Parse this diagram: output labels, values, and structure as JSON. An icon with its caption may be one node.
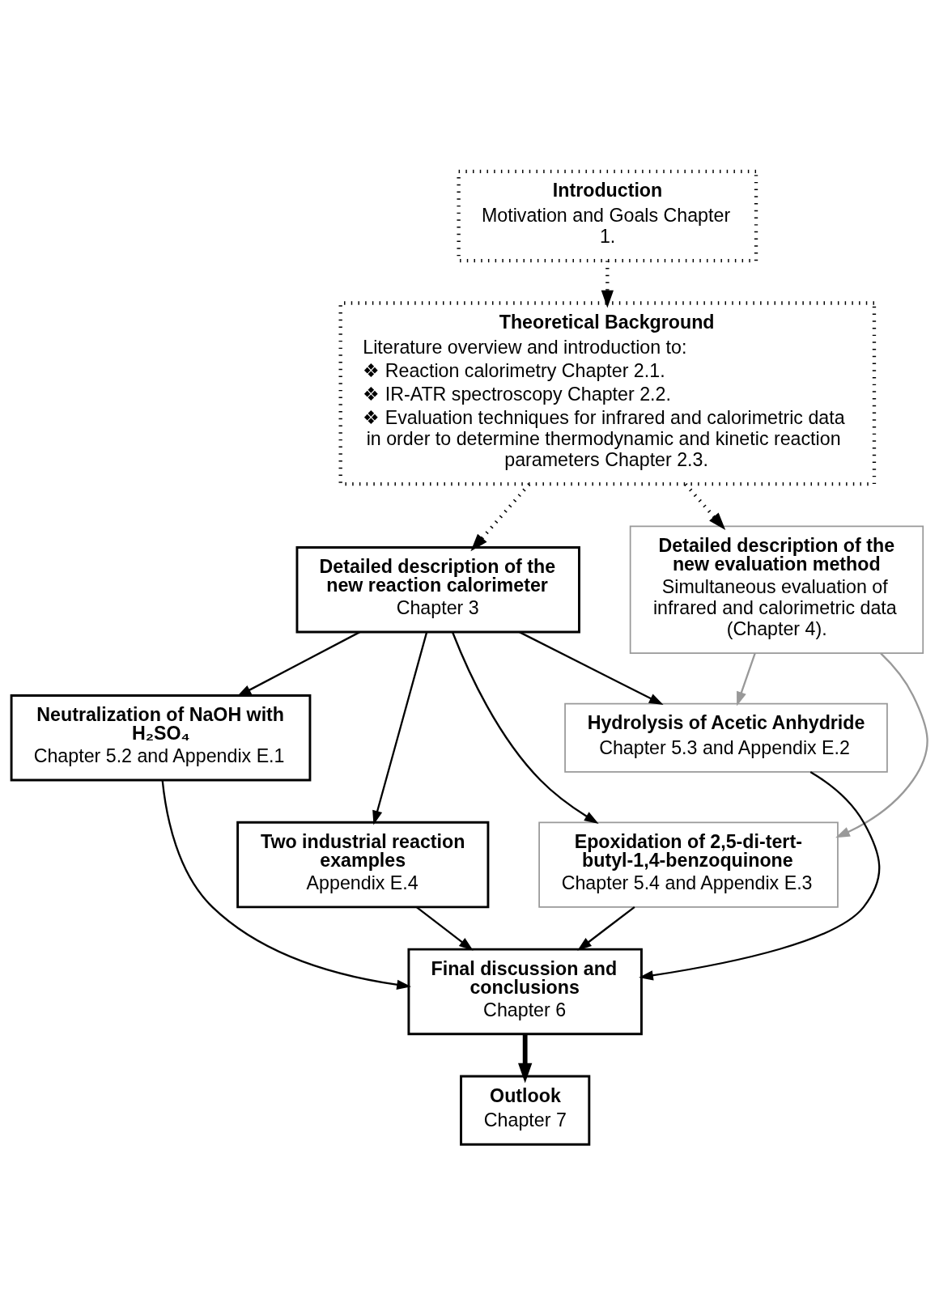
{
  "diagram": {
    "nodes": [
      {
        "text": [
          "Introduction",
          "Motivation and Goals Chapter 1."
        ]
      },
      {
        "text": [
          "Theoretical Background",
          "Literature overview and introduction to:",
          "❖ Reaction calorimetry Chapter 2.1.",
          "❖ IR-ATR spectroscopy Chapter 2.2.",
          "❖ Evaluation techniques for infrared and calorimetric data in order to determine thermodynamic and kinetic reaction parameters Chapter 2.3."
        ]
      },
      {
        "text": [
          "Detailed description of the new reaction calorimeter",
          "Chapter 3"
        ]
      },
      {
        "text": [
          "Detailed description of the new evaluation method",
          "Simultaneous evaluation of infrared and calorimetric data (Chapter 4)."
        ]
      },
      {
        "text": [
          "Neutralization of NaOH with H₂SO₄",
          "Chapter 5.2 and Appendix E.1"
        ]
      },
      {
        "text": [
          "Hydrolysis of Acetic Anhydride",
          "Chapter 5.3 and Appendix E.2"
        ]
      },
      {
        "text": [
          "Two industrial reaction examples",
          "Appendix E.4"
        ]
      },
      {
        "text": [
          "Epoxidation of 2,5-di-tert-butyl-1,4-benzoquinone",
          "Chapter 5.4 and Appendix E.3"
        ]
      },
      {
        "text": [
          "Final discussion and conclusions",
          "Chapter 6"
        ]
      },
      {
        "text": [
          "Outlook",
          "Chapter 7"
        ]
      }
    ],
    "edges": [
      {
        "from": 0,
        "to": 1,
        "arrow": "to",
        "style": "dashed"
      },
      {
        "from": 1,
        "to": 2,
        "arrow": "to",
        "style": "dashed"
      },
      {
        "from": 1,
        "to": 3,
        "arrow": "to",
        "style": "dashed"
      },
      {
        "from": 2,
        "to": 4,
        "arrow": "to"
      },
      {
        "from": 2,
        "to": 5,
        "arrow": "to"
      },
      {
        "from": 2,
        "to": 6,
        "arrow": "to"
      },
      {
        "from": 2,
        "to": 7,
        "arrow": "to"
      },
      {
        "from": 3,
        "to": 5,
        "arrow": "to",
        "color": "#999999"
      },
      {
        "from": 3,
        "to": 7,
        "arrow": "to",
        "color": "#999999"
      },
      {
        "from": 4,
        "to": 8,
        "arrow": "to"
      },
      {
        "from": 5,
        "to": 8,
        "arrow": "to"
      },
      {
        "from": 6,
        "to": 8,
        "arrow": "to"
      },
      {
        "from": 7,
        "to": 8,
        "arrow": "to"
      },
      {
        "from": 8,
        "to": 9,
        "arrow": "to",
        "style": "thick"
      }
    ]
  }
}
